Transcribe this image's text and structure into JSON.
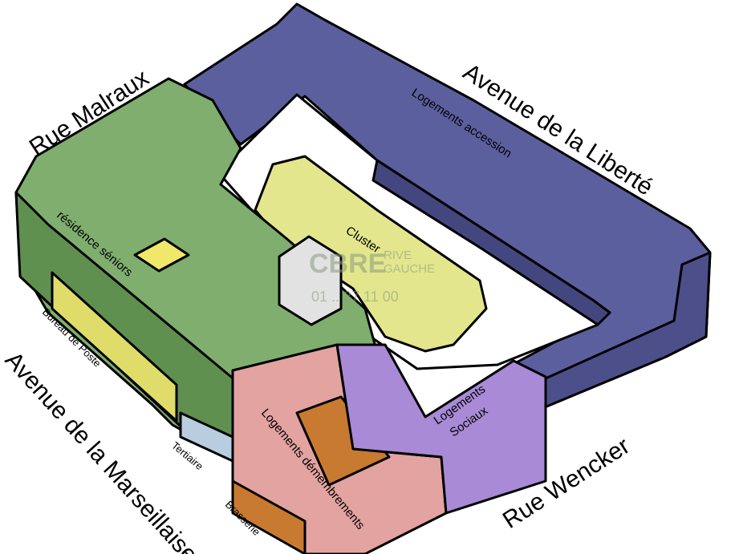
{
  "streets": {
    "north_west": "Rue Malraux",
    "north_east": "Avenue de la Liberté",
    "south_west": "Avenue de la Marseillaise",
    "south_east": "Rue Wencker"
  },
  "uses": {
    "seniors": "résidence séniors",
    "accession": "Logements accession",
    "cluster": "Cluster",
    "demembrement": "Logements démembrements",
    "sociaux_1": "Logements",
    "sociaux_2": "Sociaux",
    "poste": "Bureau de Poste",
    "tertiaire": "Tertiaire",
    "brasserie": "Brasserie"
  },
  "watermark": {
    "brand": "CBRE",
    "line1": "RIVE",
    "line2": "GAUCHE",
    "phone": "01 .. 37 11 00"
  },
  "colors": {
    "accession": "#5b5f9e",
    "seniors": "#7fae6e",
    "cluster": "#e3e68c",
    "demembrement": "#e3a3a0",
    "sociaux": "#a98ad6",
    "brasserie": "#c87a30",
    "poste": "#e0dc6a",
    "tertiaire": "#b8cde0"
  }
}
